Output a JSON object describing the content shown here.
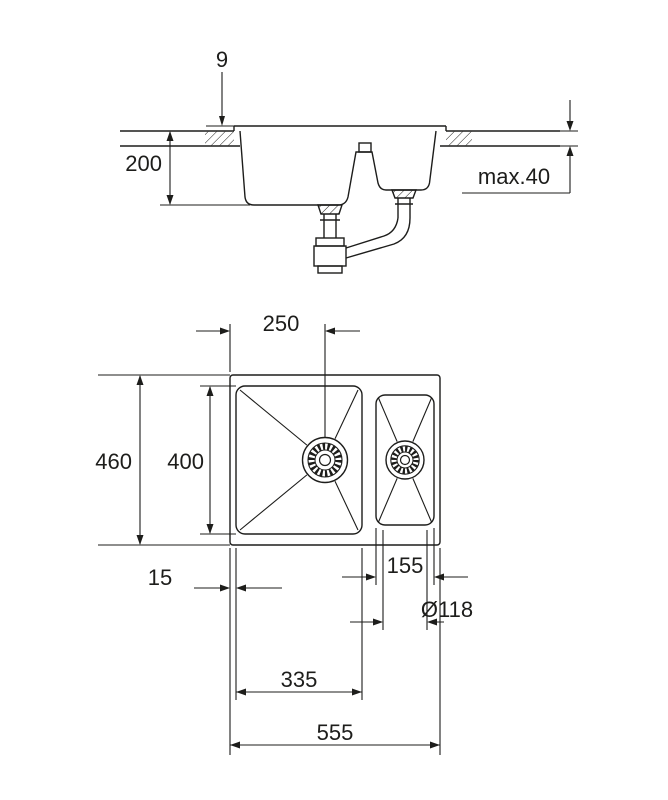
{
  "drawing_type": "sink-installation-dimension-drawing",
  "colors": {
    "line": "#1d1d1b",
    "background": "#ffffff"
  },
  "side_view": {
    "rim_height_label": "9",
    "bowl_depth_label": "200",
    "max_counter_thickness_label": "max.40"
  },
  "plan_view": {
    "drain_offset_label": "250",
    "overall_depth_label": "460",
    "bowl_depth_label": "400",
    "edge_offset_label": "15",
    "second_bowl_width_label": "155",
    "drain_diameter_label": "Ø118",
    "main_bowl_width_label": "335",
    "overall_width_label": "555"
  }
}
